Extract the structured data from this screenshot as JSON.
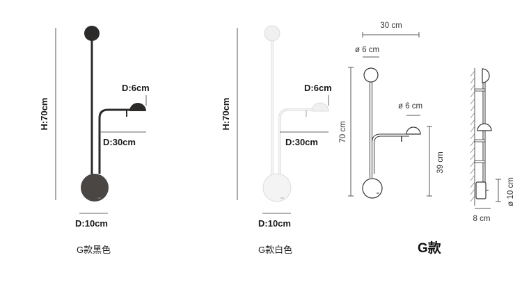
{
  "black_lamp": {
    "height_label": "H:70cm",
    "head_label": "D:6cm",
    "arm_label": "D:30cm",
    "base_label": "D:10cm",
    "caption": "G款黑色",
    "color_dark": "#2d2b2a",
    "color_base": "#4a4644"
  },
  "white_lamp": {
    "height_label": "H:70cm",
    "head_label": "D:6cm",
    "arm_label": "D:30cm",
    "base_label": "D:10cm",
    "caption": "G款白色",
    "color_light": "#f3f3f3",
    "color_stroke": "#d7d7d7"
  },
  "front_drawing": {
    "width_label": "30 cm",
    "top_globe_label": "ø 6 cm",
    "shade_label": "ø 6 cm",
    "height_label": "70 cm",
    "arm_height_label": "39 cm"
  },
  "side_drawing": {
    "base_diameter_label": "ø 10 cm",
    "depth_label": "8 cm"
  },
  "model_title": "G款"
}
